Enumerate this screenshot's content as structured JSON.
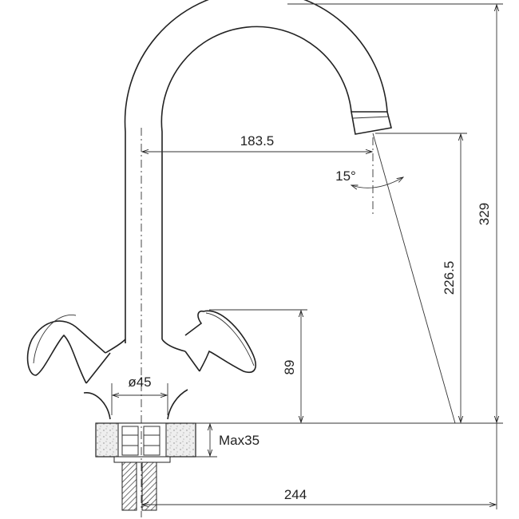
{
  "drawing": {
    "subject": "faucet",
    "dimensions": {
      "spout_reach": "183.5",
      "spout_angle": "15°",
      "total_height": "329",
      "spout_height": "226.5",
      "handle_height": "89",
      "base_diameter": "ø45",
      "max_counter_thickness": "Max35",
      "total_reach": "244"
    },
    "colors": {
      "line": "#222222",
      "counter_fill": "#e6e6e6"
    }
  }
}
